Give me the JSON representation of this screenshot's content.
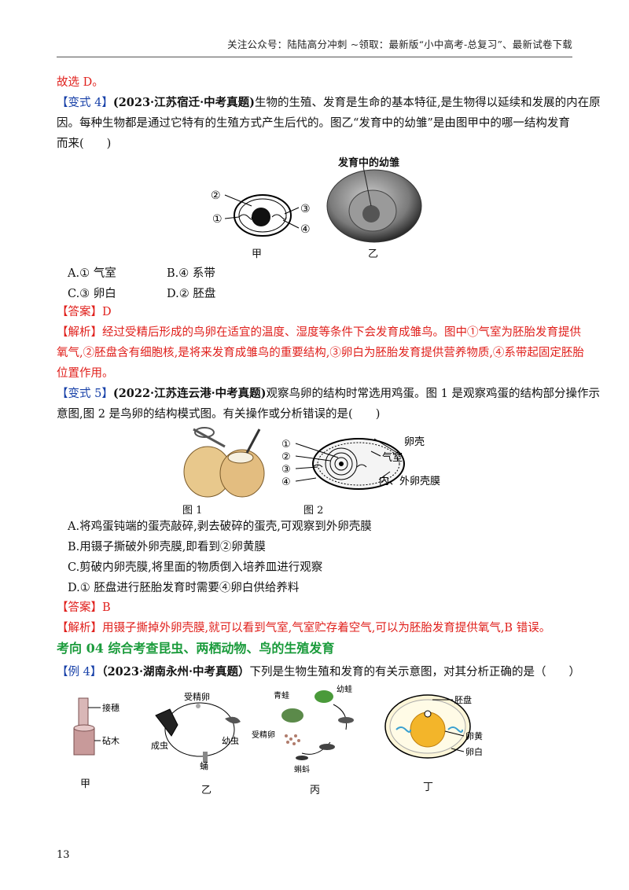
{
  "header": {
    "text": "关注公众号：陆陆高分冲刺 ~领取：最新版“小中高考-总复习”、最新试卷下载"
  },
  "intro": {
    "answer_line": "故选 D。"
  },
  "q4": {
    "tag": "【变式 4】",
    "source": "(2023·江苏宿迁·中考真题)",
    "line1": "生物的生殖、发育是生命的基本特征,是生物得以延续和发展的内在原",
    "line2": "因。每种生物都是通过它特有的生殖方式产生后代的。图乙“发育中的幼雏”是由图甲中的哪一结构发育",
    "line3": "而来(　　)",
    "figure_title": "发育中的幼雏",
    "fig_labels": [
      "②",
      "①",
      "③",
      "④"
    ],
    "cap_jia": "甲",
    "cap_yi": "乙",
    "options": [
      "A.① 气室",
      "B.④ 系带",
      "C.③ 卵白",
      "D.② 胚盘"
    ],
    "answer_tag": "【答案】",
    "answer": "D",
    "analysis_tag": "【解析】",
    "analysis1": "经过受精后形成的鸟卵在适宜的温度、湿度等条件下会发育成雏鸟。图中①气室为胚胎发育提供",
    "analysis2": "氧气,②胚盘含有细胞核,是将来发育成雏鸟的重要结构,③卵白为胚胎发育提供营养物质,④系带起固定胚胎",
    "analysis3": "位置作用。"
  },
  "q5": {
    "tag": "【变式 5】",
    "source": "(2022·江苏连云港·中考真题)",
    "line1": "观察鸟卵的结构时常选用鸡蛋。图 1 是观察鸡蛋的结构部分操作示",
    "line2": "意图,图 2 是鸟卵的结构模式图。有关操作或分析错误的是(　　)",
    "fig_labels_left": [
      "①",
      "②",
      "③",
      "④"
    ],
    "fig_labels_right": [
      "卵壳",
      "气室",
      "内、外卵壳膜"
    ],
    "cap1": "图 1",
    "cap2": "图 2",
    "options": [
      "A.将鸡蛋钝端的蛋壳敲碎,剥去破碎的蛋壳,可观察到外卵壳膜",
      "B.用镊子撕破外卵壳膜,即看到②卵黄膜",
      "C.剪破内卵壳膜,将里面的物质倒入培养皿进行观察",
      "D.① 胚盘进行胚胎发育时需要④卵白供给养料"
    ],
    "answer_tag": "【答案】",
    "answer": "B",
    "analysis_tag": "【解析】",
    "analysis1": "用镊子撕掉外卵壳膜,就可以看到气室,气室贮存着空气,可以为胚胎发育提供氧气,B 错误。"
  },
  "section": {
    "title": "考向 04  综合考查昆虫、两栖动物、鸟的生殖发育"
  },
  "ex4": {
    "tag": "【例 4】",
    "source": "（2023·湖南永州·中考真题）",
    "line1": "下列是生物生殖和发育的有关示意图，对其分析正确的是（　　）",
    "jia_labels": [
      "接穗",
      "砧木"
    ],
    "yi_labels": [
      "受精卵",
      "成虫",
      "幼虫",
      "蛹"
    ],
    "bing_labels": [
      "青蛙",
      "幼蛙",
      "受精卵",
      "蝌蚪"
    ],
    "ding_labels": [
      "胚盘",
      "卵黄",
      "卵白"
    ],
    "caps": [
      "甲",
      "乙",
      "丙",
      "丁"
    ]
  },
  "page": {
    "number": "13"
  }
}
